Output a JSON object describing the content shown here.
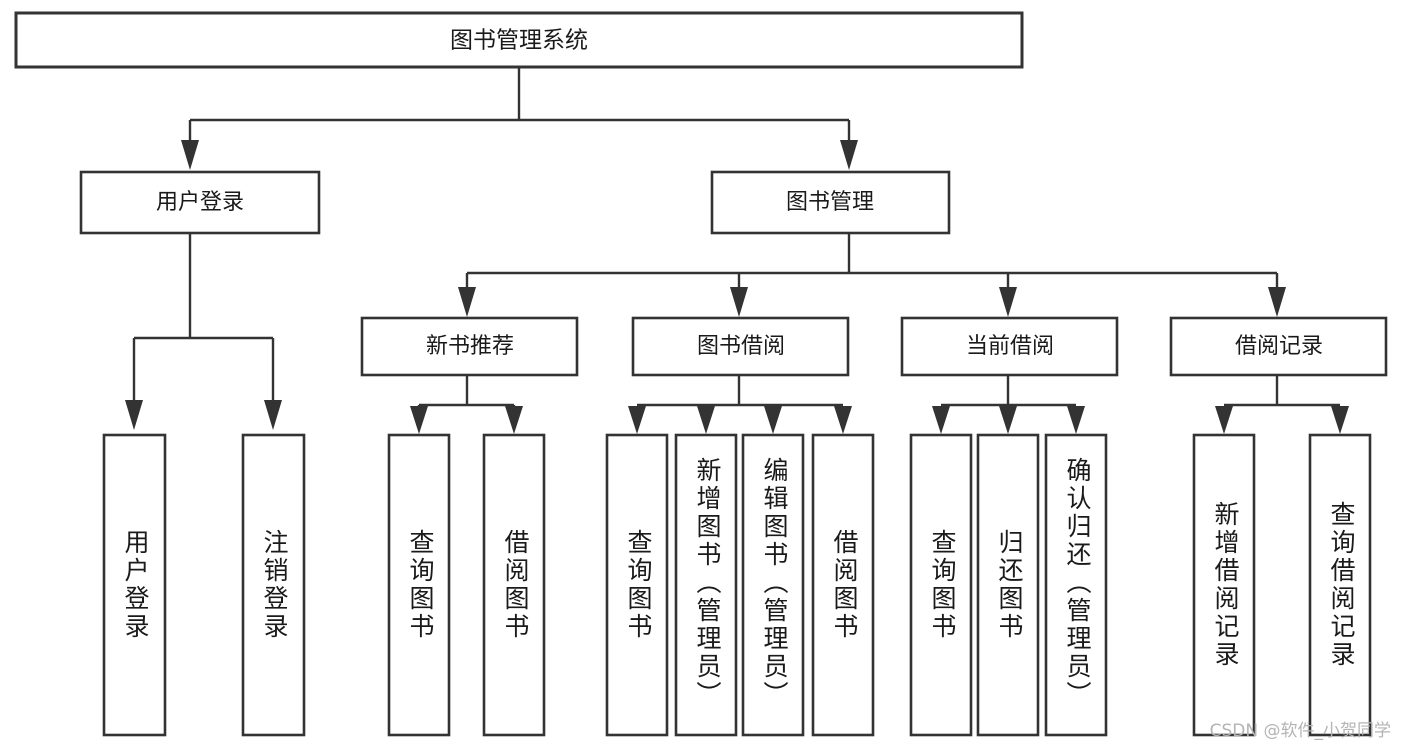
{
  "diagram": {
    "title": "图书管理系统",
    "type": "tree-hierarchy-chart",
    "watermark": "CSDN @软件_小贺同学",
    "nodes": {
      "root": {
        "label": "图书管理系统"
      },
      "level2": [
        {
          "id": "user-login",
          "label": "用户登录"
        },
        {
          "id": "book-management",
          "label": "图书管理"
        }
      ],
      "level3": [
        {
          "id": "new-book-recommend",
          "label": "新书推荐"
        },
        {
          "id": "book-borrow",
          "label": "图书借阅"
        },
        {
          "id": "current-borrow",
          "label": "当前借阅"
        },
        {
          "id": "borrow-record",
          "label": "借阅记录"
        }
      ],
      "leaves": {
        "user-login": [
          {
            "id": "leaf-user-login",
            "label": "用户登录"
          },
          {
            "id": "leaf-logout",
            "label": "注销登录"
          }
        ],
        "new-book-recommend": [
          {
            "id": "leaf-query-book-1",
            "label": "查询图书"
          },
          {
            "id": "leaf-borrow-book-1",
            "label": "借阅图书"
          }
        ],
        "book-borrow": [
          {
            "id": "leaf-query-book-2",
            "label": "查询图书"
          },
          {
            "id": "leaf-add-book",
            "label": "新增图书（管理员）"
          },
          {
            "id": "leaf-edit-book",
            "label": "编辑图书（管理员）"
          },
          {
            "id": "leaf-borrow-book-2",
            "label": "借阅图书"
          }
        ],
        "current-borrow": [
          {
            "id": "leaf-query-book-3",
            "label": "查询图书"
          },
          {
            "id": "leaf-return-book",
            "label": "归还图书"
          },
          {
            "id": "leaf-confirm-return",
            "label": "确认归还（管理员）"
          }
        ],
        "borrow-record": [
          {
            "id": "leaf-add-record",
            "label": "新增借阅记录"
          },
          {
            "id": "leaf-query-record",
            "label": "查询借阅记录"
          }
        ]
      }
    },
    "colors": {
      "stroke": "#333333",
      "box_fill": "#ffffff",
      "text": "#1a1a1a",
      "background": "#ffffff",
      "watermark": "#b4b4b4"
    }
  }
}
